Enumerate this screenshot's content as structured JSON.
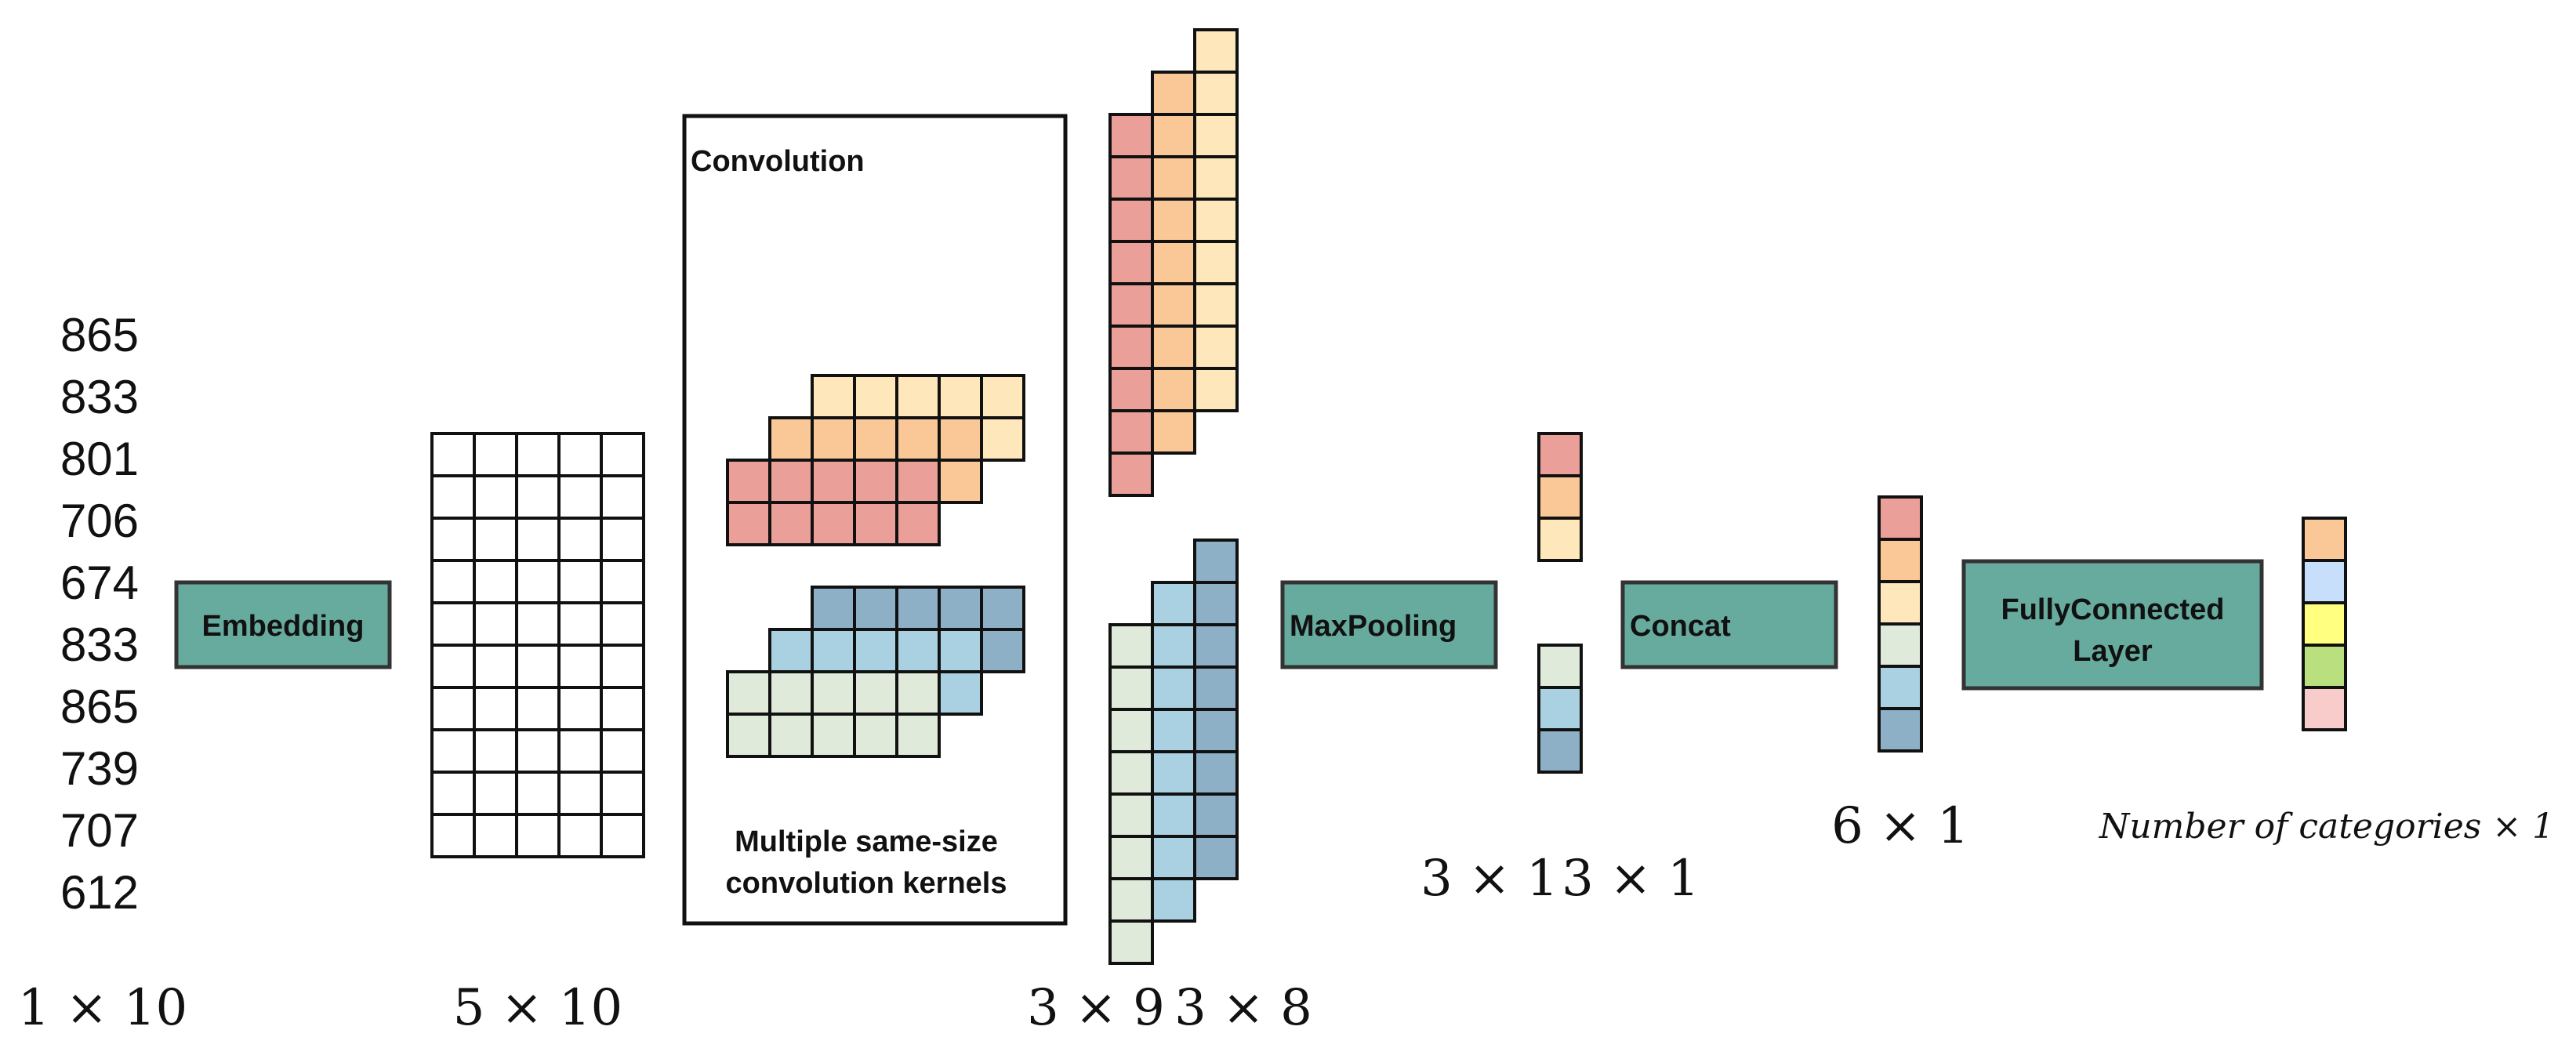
{
  "input_tokens": [
    "865",
    "833",
    "801",
    "706",
    "674",
    "833",
    "865",
    "739",
    "707",
    "612"
  ],
  "boxes": {
    "embedding": "Embedding",
    "maxpooling": "MaxPooling",
    "concat": "Concat",
    "fc_line1": "FullyConnected",
    "fc_line2": "Layer"
  },
  "convolution": {
    "title": "Convolution",
    "caption_line1": "Multiple same-size",
    "caption_line2": "convolution kernels"
  },
  "dimensions": {
    "input": "1 × 10",
    "embedding": "5 × 10",
    "conv_a": "3 × 9",
    "conv_b": "3 × 8",
    "pool_a": "3 × 1",
    "pool_b": "3 × 1",
    "concat": "6 × 1",
    "output": "Number of categories × 1"
  },
  "colors": {
    "box_fill": "#67ab9f",
    "box_stroke": "#333333",
    "red": "#ea9f98",
    "orange": "#fac897",
    "yellow": "#ffe7bc",
    "mint": "#dfeadb",
    "lightblue": "#a9d1e1",
    "steelblue": "#8eb0c6",
    "out_blue": "#c7dffb",
    "out_yellow": "#ffff80",
    "out_green": "#b9df7e",
    "out_pink": "#f9cccc"
  }
}
